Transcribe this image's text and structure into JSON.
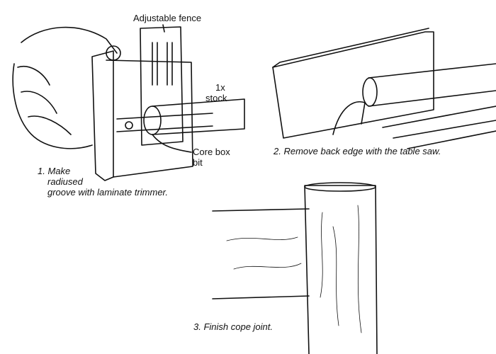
{
  "figure1": {
    "labels": {
      "fence": "Adjustable fence",
      "stock_line1": "1x",
      "stock_line2": "stock",
      "bit_line1": "Core box",
      "bit_line2": "bit"
    },
    "caption_lines": [
      "1. Make",
      "radiused",
      "groove with laminate trimmer."
    ]
  },
  "figure2": {
    "caption": "2. Remove back edge with the table saw."
  },
  "figure3": {
    "caption": "3. Finish cope joint."
  }
}
